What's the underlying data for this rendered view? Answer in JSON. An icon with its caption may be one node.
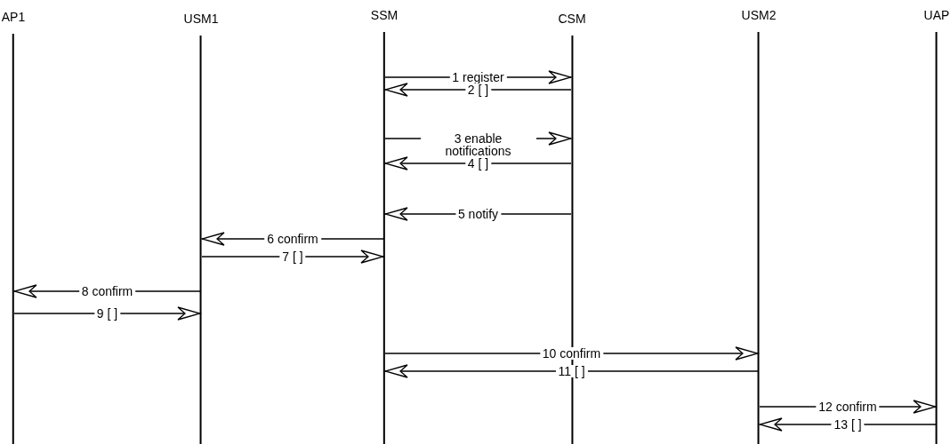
{
  "diagram": {
    "nodes": [
      {
        "text": [
          "AP1"
        ]
      },
      {
        "text": [
          "USM1"
        ]
      },
      {
        "text": [
          "SSM"
        ]
      },
      {
        "text": [
          "CSM"
        ]
      },
      {
        "text": [
          "USM2"
        ]
      },
      {
        "text": [
          "UAP"
        ]
      }
    ],
    "edges": [
      {
        "from": 2,
        "to": 3,
        "arrow": "to",
        "label": "1 register"
      },
      {
        "from": 3,
        "to": 2,
        "arrow": "to",
        "label": "2 [ ]"
      },
      {
        "from": 2,
        "to": 3,
        "arrow": "to",
        "label": "3 enable notifications"
      },
      {
        "from": 3,
        "to": 2,
        "arrow": "to",
        "label": "4 [ ]"
      },
      {
        "from": 3,
        "to": 2,
        "arrow": "to",
        "label": "5 notify"
      },
      {
        "from": 2,
        "to": 1,
        "arrow": "to",
        "label": "6 confirm"
      },
      {
        "from": 1,
        "to": 2,
        "arrow": "to",
        "label": "7 [ ]"
      },
      {
        "from": 1,
        "to": 0,
        "arrow": "to",
        "label": "8 confirm"
      },
      {
        "from": 0,
        "to": 1,
        "arrow": "to",
        "label": "9 [ ]"
      },
      {
        "from": 2,
        "to": 4,
        "arrow": "to",
        "label": "10 confirm"
      },
      {
        "from": 4,
        "to": 2,
        "arrow": "to",
        "label": "11 [ ]"
      },
      {
        "from": 4,
        "to": 5,
        "arrow": "to",
        "label": "12 confirm"
      },
      {
        "from": 5,
        "to": 4,
        "arrow": "to",
        "label": "13 [ ]"
      }
    ]
  }
}
